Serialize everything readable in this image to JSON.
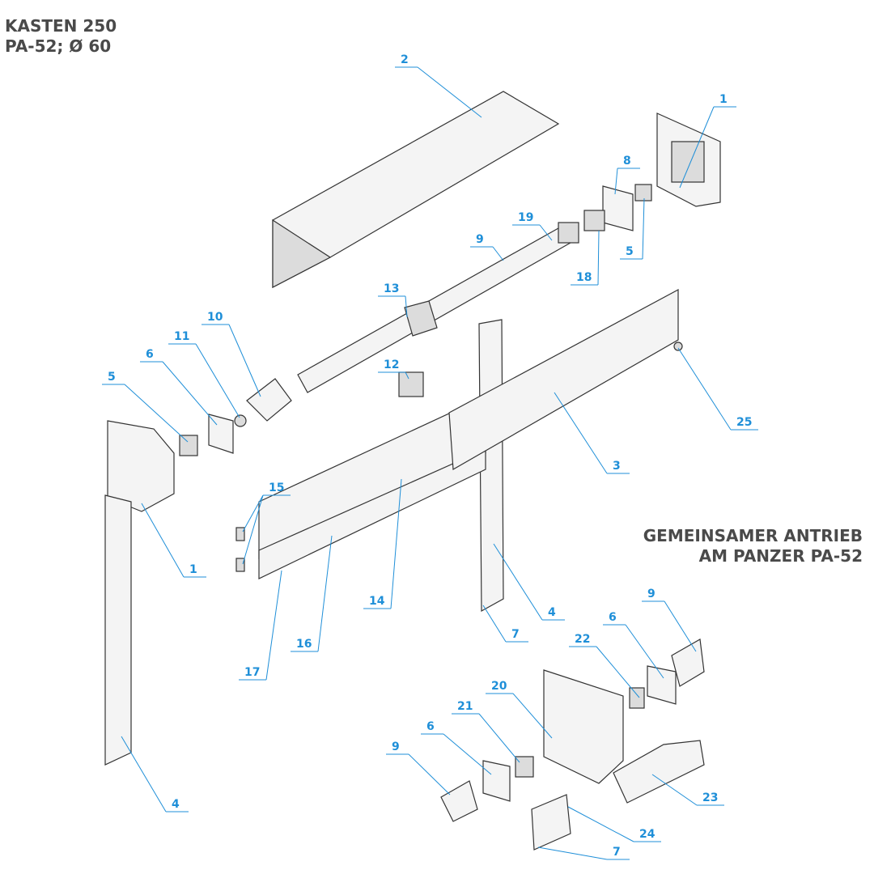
{
  "title": {
    "line1": "KASTEN 250",
    "line2": "PA-52; Ø 60"
  },
  "subtitle": {
    "line1": "GEMEINSAMER ANTRIEB",
    "line2": "AM PANZER PA-52"
  },
  "callouts": [
    "2",
    "1",
    "8",
    "19",
    "9",
    "5",
    "18",
    "13",
    "10",
    "11",
    "6",
    "5",
    "12",
    "25",
    "3",
    "15",
    "1",
    "4",
    "7",
    "14",
    "16",
    "17",
    "9",
    "6",
    "22",
    "20",
    "21",
    "6",
    "9",
    "23",
    "24",
    "7",
    "4"
  ],
  "colors": {
    "callout": "#1f8fd8",
    "title": "#4a4a4a"
  }
}
